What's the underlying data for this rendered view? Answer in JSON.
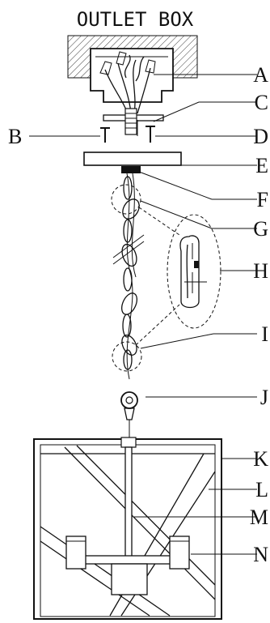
{
  "diagram": {
    "title": "OUTLET BOX",
    "labels": {
      "A": "A",
      "B": "B",
      "C": "C",
      "D": "D",
      "E": "E",
      "F": "F",
      "G": "G",
      "H": "H",
      "I": "I",
      "J": "J",
      "K": "K",
      "L": "L",
      "M": "M",
      "N": "N"
    }
  }
}
